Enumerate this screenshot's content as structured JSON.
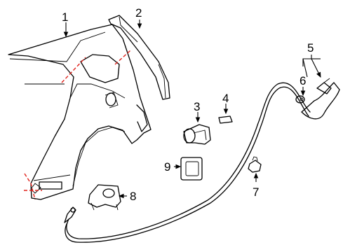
{
  "callouts": [
    {
      "id": "1",
      "label": "1"
    },
    {
      "id": "2",
      "label": "2"
    },
    {
      "id": "3",
      "label": "3"
    },
    {
      "id": "4",
      "label": "4"
    },
    {
      "id": "5",
      "label": "5"
    },
    {
      "id": "6",
      "label": "6"
    },
    {
      "id": "7",
      "label": "7"
    },
    {
      "id": "8",
      "label": "8"
    },
    {
      "id": "9",
      "label": "9"
    }
  ],
  "colors": {
    "line": "#000000",
    "cut_line": "#e0201a",
    "background": "#ffffff"
  }
}
